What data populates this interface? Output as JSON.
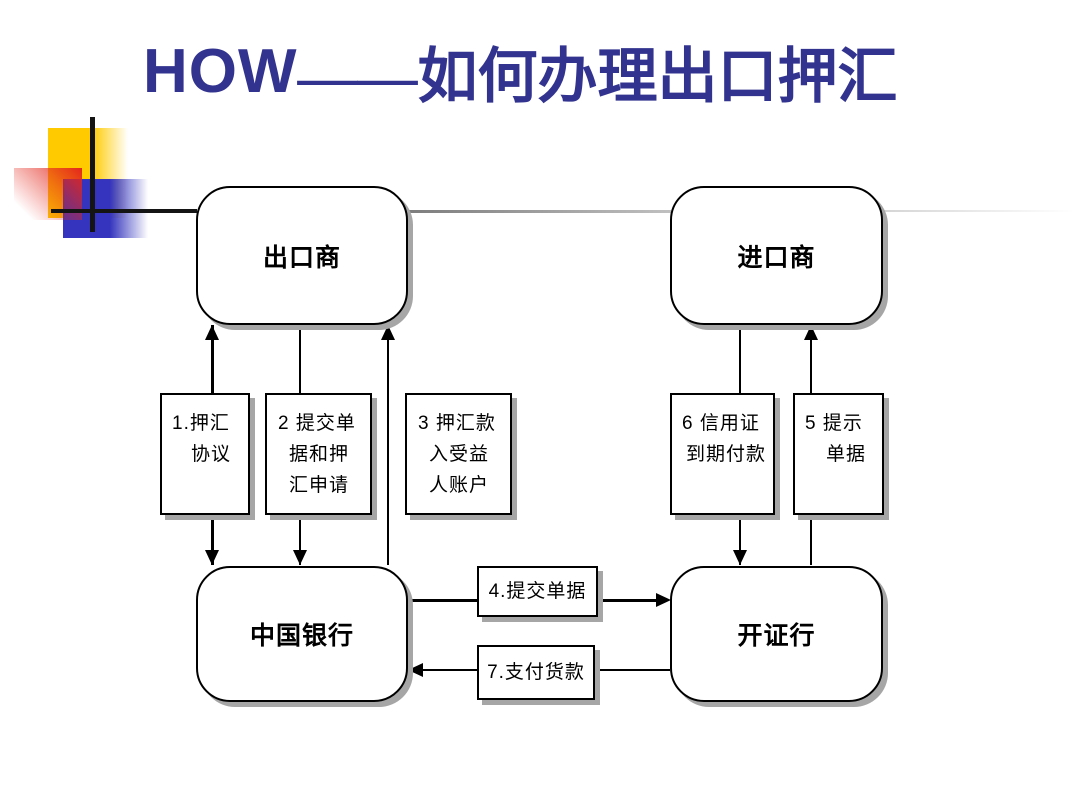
{
  "title": {
    "how": "HOW",
    "cn": "——如何办理出口押汇"
  },
  "entities": {
    "exporter": "出口商",
    "importer": "进口商",
    "china_bank": "中国银行",
    "issuing_bank": "开证行"
  },
  "steps": {
    "s1": {
      "l1": "1.押汇",
      "l2": "协议"
    },
    "s2": {
      "l1": "2 提交单",
      "l2": "据和押",
      "l3": "汇申请"
    },
    "s3": {
      "l1": "3 押汇款",
      "l2": "入受益",
      "l3": "人账户"
    },
    "s4": {
      "label": "4.提交单据"
    },
    "s5": {
      "l1": "5 提示",
      "l2": "单据"
    },
    "s6": {
      "l1": "6 信用证",
      "l2": "到期付款"
    },
    "s7": {
      "label": "7.支付货款"
    }
  },
  "colors": {
    "title_text": "#32338F",
    "deco_yellow": "#FFCB00",
    "deco_blue": "#3434BE",
    "deco_red": "#E3261C",
    "box_border": "#000000",
    "box_shadow": "#A6A6A6",
    "connector_gray": "#7D7D7D"
  }
}
